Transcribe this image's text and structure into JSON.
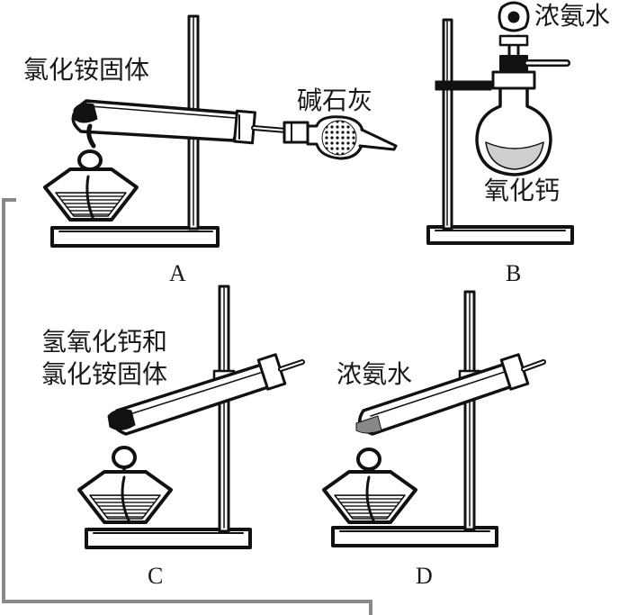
{
  "panels": {
    "a": {
      "caption": "A",
      "label_reagent": "氯化铵固体",
      "label_absorbent": "碱石灰"
    },
    "b": {
      "caption": "B",
      "label_liquid": "浓氨水",
      "label_solid": "氧化钙"
    },
    "c": {
      "caption": "C",
      "label_line1": "氢氧化钙和",
      "label_line2": "氯化铵固体"
    },
    "d": {
      "caption": "D",
      "label_liquid": "浓氨水"
    }
  }
}
